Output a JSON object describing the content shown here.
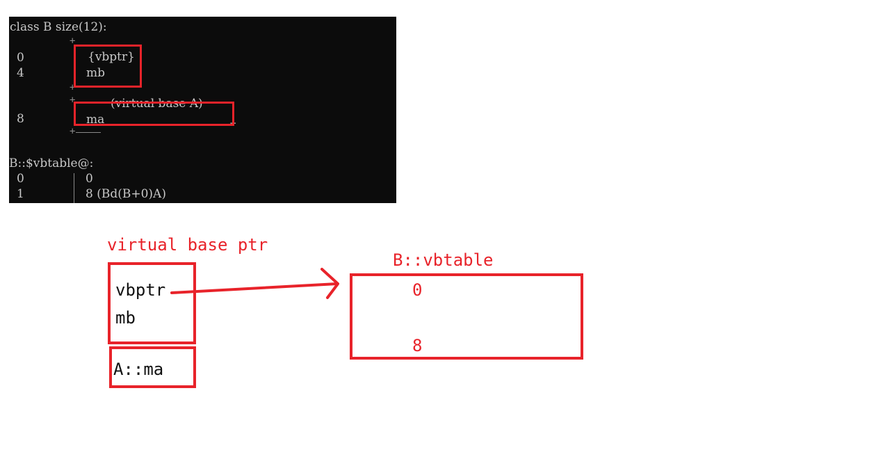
{
  "colors": {
    "console_bg": "#0c0c0c",
    "console_text": "#c8c8c8",
    "highlight": "#e8232a",
    "ink": "#111111"
  },
  "console": {
    "header": "class B size(12):",
    "rows": [
      {
        "offset": "0",
        "text": "{vbptr}"
      },
      {
        "offset": "4",
        "text": "mb"
      },
      {
        "offset": "",
        "text": "(virtual base A)"
      },
      {
        "offset": "8",
        "text": "ma"
      }
    ],
    "vbtable_header": "B::$vbtable@:",
    "vbtable_rows": [
      {
        "index": "0",
        "value": "0"
      },
      {
        "index": "1",
        "value": "8 (Bd(B+0)A)"
      }
    ]
  },
  "diagram": {
    "object_caption": "virtual base ptr",
    "object_fields": [
      "vbptr",
      "mb"
    ],
    "base_field": "A::ma",
    "vbtable_caption": "B::vbtable",
    "vbtable_values": [
      "0",
      "8"
    ]
  }
}
